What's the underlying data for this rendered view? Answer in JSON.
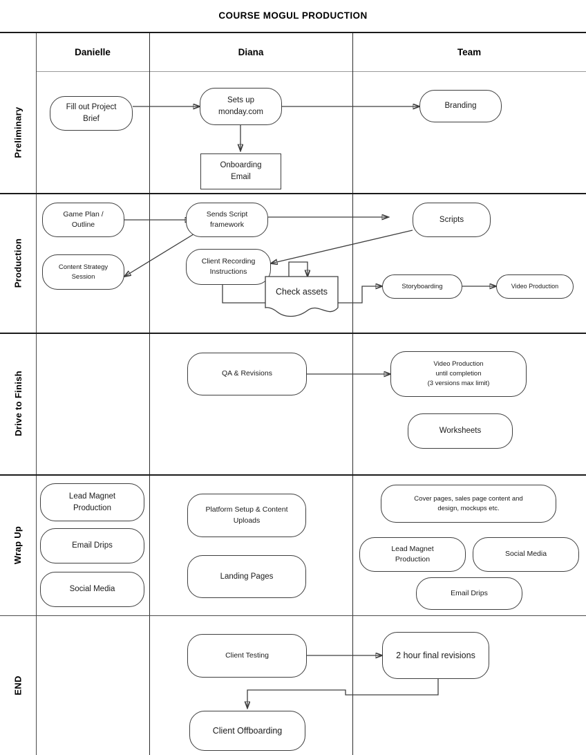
{
  "title": "COURSE MOGUL PRODUCTION",
  "columns": [
    {
      "id": "danielle",
      "label": "Danielle"
    },
    {
      "id": "diana",
      "label": "Diana"
    },
    {
      "id": "team",
      "label": "Team"
    }
  ],
  "lanes": [
    {
      "id": "preliminary",
      "label": "Preliminary"
    },
    {
      "id": "production",
      "label": "Production"
    },
    {
      "id": "drive-to-finish",
      "label": "Drive to Finish"
    },
    {
      "id": "wrap-up",
      "label": "Wrap Up"
    },
    {
      "id": "end",
      "label": "END"
    }
  ],
  "nodes": {
    "fill_out_project_brief": "Fill out Project\nBrief",
    "sets_up_monday": "Sets up\nmonday.com",
    "branding": "Branding",
    "onboarding_email": "Onboarding\nEmail",
    "game_plan_outline": "Game Plan /\nOutline",
    "sends_script_framework": "Sends Script\nframework",
    "scripts": "Scripts",
    "content_strategy_session": "Content Strategy\nSession",
    "client_recording_instructions": "Client Recording\nInstructions",
    "check_assets": "Check assets",
    "storyboarding": "Storyboarding",
    "video_production": "Video Production",
    "qa_and_revisions": "QA & Revisions",
    "video_production_until_completion": "Video Production\nuntil completion\n(3 versions max limit)",
    "worksheets": "Worksheets",
    "lead_magnet_production_danielle": "Lead Magnet\nProduction",
    "email_drips_danielle": "Email Drips",
    "social_media_danielle": "Social Media",
    "platform_setup_content_uploads": "Platform Setup & Content\nUploads",
    "landing_pages": "Landing Pages",
    "cover_pages": "Cover pages, sales page content and\ndesign, mockups etc.",
    "lead_magnet_production_team": "Lead Magnet\nProduction",
    "social_media_team": "Social Media",
    "email_drips_team": "Email Drips",
    "client_testing": "Client Testing",
    "two_hour_final_revisions": "2 hour final revisions",
    "client_offboarding": "Client Offboarding"
  },
  "flow_edges": [
    {
      "from": "fill_out_project_brief",
      "to": "sets_up_monday"
    },
    {
      "from": "sets_up_monday",
      "to": "branding"
    },
    {
      "from": "sets_up_monday",
      "to": "onboarding_email"
    },
    {
      "from": "game_plan_outline",
      "to": "sends_script_framework"
    },
    {
      "from": "sends_script_framework",
      "to": "scripts"
    },
    {
      "from": "sends_script_framework",
      "to": "content_strategy_session"
    },
    {
      "from": "scripts",
      "to": "client_recording_instructions"
    },
    {
      "from": "client_recording_instructions",
      "to": "check_assets"
    },
    {
      "from": "check_assets",
      "to": "check_assets"
    },
    {
      "from": "check_assets",
      "to": "storyboarding"
    },
    {
      "from": "storyboarding",
      "to": "video_production"
    },
    {
      "from": "qa_and_revisions",
      "to": "video_production_until_completion"
    },
    {
      "from": "client_testing",
      "to": "two_hour_final_revisions"
    },
    {
      "from": "two_hour_final_revisions",
      "to": "client_offboarding"
    }
  ],
  "colors": {
    "background": "#ffffff",
    "node_stroke": "#3d3d3d",
    "grid_dark": "#1a1a1a",
    "grid_light": "#4a4a4a",
    "text": "#1a1a1a"
  }
}
